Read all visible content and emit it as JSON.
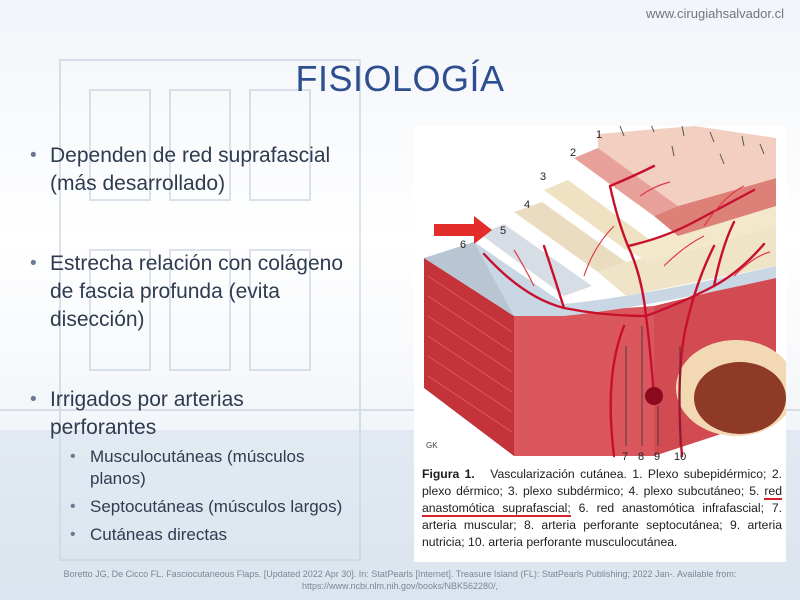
{
  "header": {
    "site_url": "www.cirugiahsalvador.cl"
  },
  "slide": {
    "title": "FISIOLOGÍA",
    "bullets": [
      {
        "lines": [
          "Dependen de red suprafascial",
          "(más desarrollado)"
        ]
      },
      {
        "lines": [
          "Estrecha relación con colágeno",
          "de fascia profunda (evita",
          "disección)"
        ]
      },
      {
        "lines": [
          "Irrigados por arterias",
          "perforantes"
        ],
        "sub": [
          {
            "lines": [
              "Musculocutáneas (músculos",
              "planos)"
            ]
          },
          {
            "lines": [
              "Septocutáneas (músculos largos)"
            ]
          },
          {
            "lines": [
              "Cutáneas directas"
            ]
          }
        ]
      }
    ]
  },
  "figure": {
    "layer_numbers": [
      "1",
      "2",
      "3",
      "4",
      "5",
      "6"
    ],
    "bottom_numbers": [
      "7",
      "8",
      "9",
      "10"
    ],
    "signature": "GK",
    "caption_lead": "Figura 1.",
    "caption_part1": "Vascularización cutánea. 1. Plexo subepidérmico; 2. plexo dérmico; 3. plexo subdérmico; 4. plexo subcutáneo; 5.",
    "caption_highlight": "red anastomótica suprafascial;",
    "caption_part2": "6. red anastomótica infrafascial; 7. arteria muscular; 8. arteria perforante septocutánea; 9. arteria nutricia; 10. arteria perforante musculocutánea.",
    "colors": {
      "arrow": "#e32d2a",
      "highlight": "#d8232a",
      "vessel": "#c8102e"
    }
  },
  "citation": {
    "line1": "Boretto JG, De Cicco FL. Fasciocutaneous Flaps. [Updated 2022 Apr 30]. In: StatPearls [Internet]. Treasure Island (FL): StatPearls Publishing; 2022 Jan-. Available from:",
    "line2": "https://www.ncbi.nlm.nih.gov/books/NBK562280/,"
  }
}
